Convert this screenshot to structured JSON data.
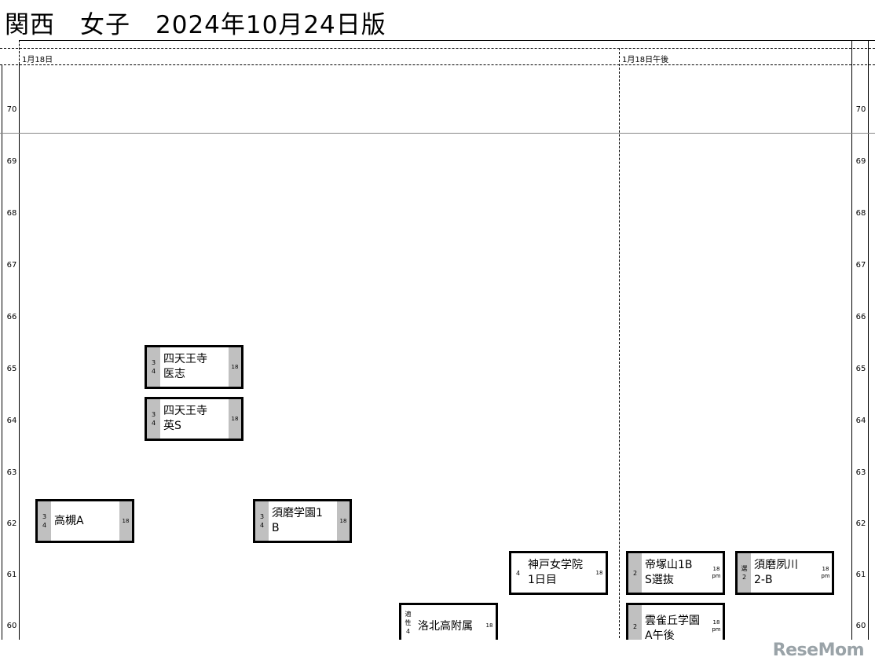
{
  "title": "関西　女子　2024年10月24日版",
  "columns": [
    {
      "date": "1月18日"
    },
    {
      "date": "1月18日午後"
    }
  ],
  "levels": {
    "left": [
      "70",
      "69",
      "68",
      "67",
      "66",
      "65",
      "64",
      "63",
      "62",
      "61",
      "60"
    ],
    "right": [
      "70",
      "69",
      "68",
      "67",
      "66",
      "65",
      "64",
      "63",
      "62",
      "61",
      "60"
    ]
  },
  "cards": [
    {
      "name": "四天王寺\n医志",
      "subject": "3\n4",
      "date": "18",
      "date_bg": "gray",
      "strip_bg": "gray"
    },
    {
      "name": "四天王寺\n英S",
      "subject": "3\n4",
      "date": "18",
      "date_bg": "gray",
      "strip_bg": "gray"
    },
    {
      "name": "高槻A",
      "subject": "3\n4",
      "date": "18",
      "date_bg": "gray",
      "strip_bg": "gray"
    },
    {
      "name": "須磨学園1\nB",
      "subject": "3\n4",
      "date": "18",
      "date_bg": "gray",
      "strip_bg": "gray"
    },
    {
      "name": "神戸女学院\n1日目",
      "subject": "4",
      "date": "18",
      "date_bg": "white",
      "strip_bg": "white"
    },
    {
      "name": "帝塚山1B\nS選抜",
      "subject": "2",
      "date": "18\npm",
      "date_bg": "white",
      "strip_bg": "gray"
    },
    {
      "name": "須磨夙川\n2-B",
      "subject": "選\n2",
      "date": "18\npm",
      "date_bg": "white",
      "strip_bg": "gray"
    },
    {
      "name": "洛北高附属",
      "subject": "適\n性\n4",
      "date": "18",
      "date_bg": "white",
      "strip_bg": "white"
    },
    {
      "name": "雲雀丘学園\nA午後",
      "subject": "2",
      "date": "18\npm",
      "date_bg": "white",
      "strip_bg": "gray"
    }
  ],
  "footer": {
    "logo": "ReseMom"
  }
}
